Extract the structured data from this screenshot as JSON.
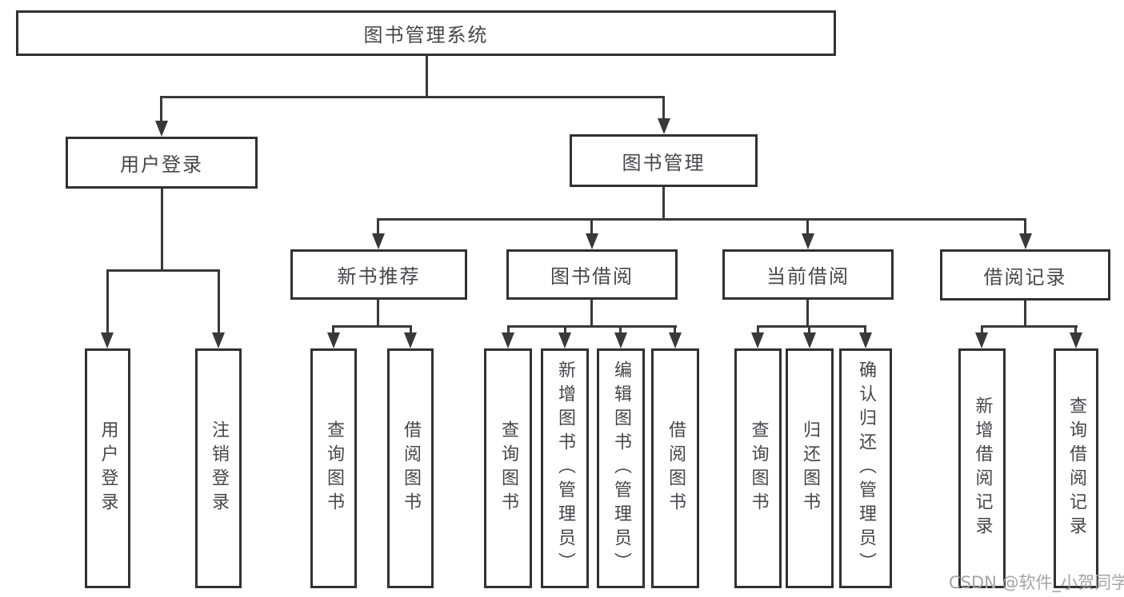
{
  "tree": {
    "root": {
      "label": "图书管理系统"
    },
    "level2": [
      {
        "label": "用户登录",
        "parent": "图书管理系统"
      },
      {
        "label": "图书管理",
        "parent": "图书管理系统"
      }
    ],
    "level3": [
      {
        "label": "新书推荐",
        "parent": "图书管理"
      },
      {
        "label": "图书借阅",
        "parent": "图书管理"
      },
      {
        "label": "当前借阅",
        "parent": "图书管理"
      },
      {
        "label": "借阅记录",
        "parent": "图书管理"
      }
    ],
    "leaves": [
      {
        "label": "用户登录",
        "parent": "用户登录"
      },
      {
        "label": "注销登录",
        "parent": "用户登录"
      },
      {
        "label": "查询图书",
        "parent": "新书推荐"
      },
      {
        "label": "借阅图书",
        "parent": "新书推荐"
      },
      {
        "label": "查询图书",
        "parent": "图书借阅"
      },
      {
        "label": "新增图书（管理员）",
        "parent": "图书借阅"
      },
      {
        "label": "编辑图书（管理员）",
        "parent": "图书借阅"
      },
      {
        "label": "借阅图书",
        "parent": "图书借阅"
      },
      {
        "label": "查询图书",
        "parent": "当前借阅"
      },
      {
        "label": "归还图书",
        "parent": "当前借阅"
      },
      {
        "label": "确认归还（管理员）",
        "parent": "当前借阅"
      },
      {
        "label": "新增借阅记录",
        "parent": "借阅记录"
      },
      {
        "label": "查询借阅记录",
        "parent": "借阅记录"
      }
    ]
  },
  "watermark": {
    "text": "CSDN @软件_小贺同学"
  },
  "colors": {
    "line": "#39393d",
    "border": "#313135",
    "text": "#46464c",
    "watermark": "#a4a4a8",
    "background": "#ffffff"
  }
}
